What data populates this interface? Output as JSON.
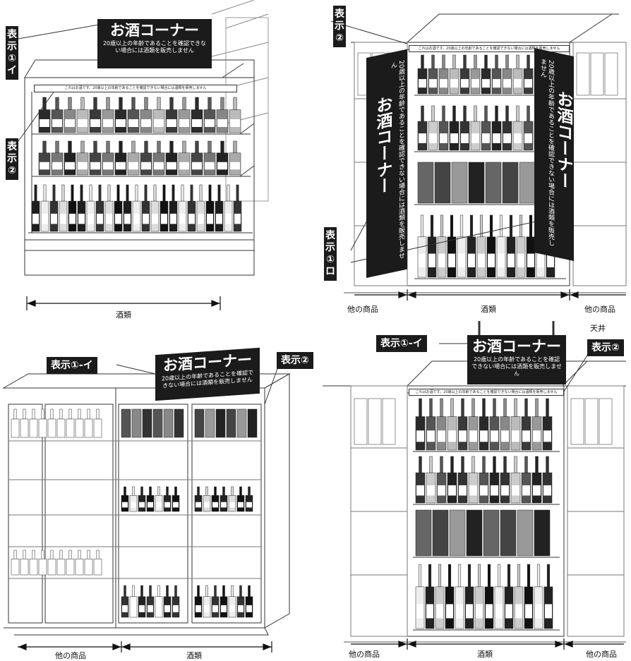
{
  "colors": {
    "ink": "#1b1b1b",
    "line": "#333333"
  },
  "labels": {
    "hyoji_1_i": "表示①-イ",
    "hyoji_2": "表示②",
    "hyoji_1_ro": "表示①-ロ",
    "hyoji_v_1_i": [
      "表",
      "示",
      "①",
      "イ"
    ],
    "hyoji_v_2": [
      "表",
      "示",
      "②"
    ],
    "hyoji_v_1_ro": [
      "表",
      "示",
      "①",
      "ロ"
    ]
  },
  "sign": {
    "title": "お酒コーナー",
    "text": "20歳以上の年齢であることを確認できない場合には酒類を販売しません",
    "strip_text": "これはお酒です。20歳以上の年齢であることを確認できない場合には酒類を販売しません"
  },
  "dimensions": {
    "liquor": "酒類",
    "other": "他の商品",
    "ceiling": "天井"
  }
}
